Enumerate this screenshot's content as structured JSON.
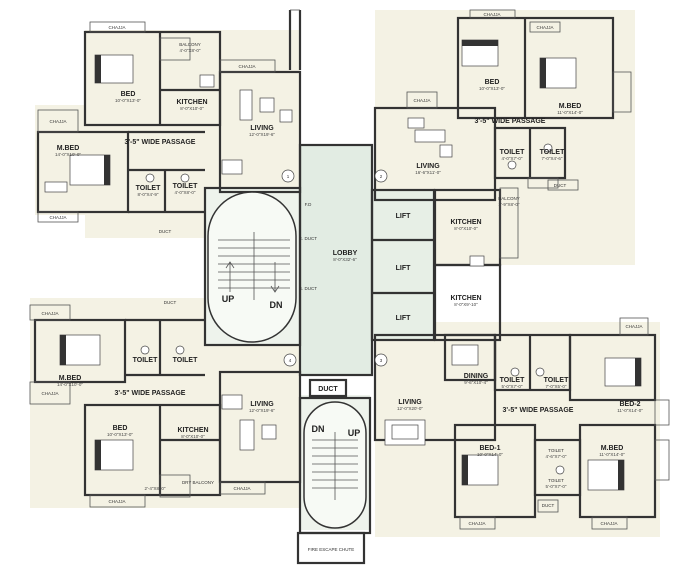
{
  "tl": {
    "bed": "BED",
    "bed_dim": "10'-0\"X13'-0\"",
    "kitchen": "KITCHEN",
    "kitchen_dim": "8'-0\"X10'-0\"",
    "balcony": "BALCONY",
    "balcony_dim": "4'-0\"X8'-0\"",
    "living": "LIVING",
    "living_dim": "12'-0\"X19'-6\"",
    "passage": "3'-5\" WIDE PASSAGE",
    "mbed": "M.BED",
    "mbed_dim": "14'-0\"X10'-0\"",
    "toilet1": "TOILET",
    "toilet1_dim": "8'-0\"X4'-9\"",
    "toilet2": "TOILET",
    "toilet2_dim": "4'-0\"X8'-0\"",
    "duct": "DUCT"
  },
  "tr": {
    "bed": "BED",
    "bed_dim": "10'-0\"X13'-0\"",
    "mbed": "M.BED",
    "mbed_dim": "11'-0\"X14'-0\"",
    "passage": "3'-5\" WIDE PASSAGE",
    "living": "LIVING",
    "living_dim": "16'-6\"X11'-0\"",
    "toilet1": "TOILET",
    "toilet1_dim": "4'-0\"X7'-0\"",
    "toilet2": "TOILET",
    "toilet2_dim": "7'-0\"X4'-6\"",
    "kitchen": "KITCHEN",
    "kitchen_dim": "8'-0\"X10'-0\"",
    "balcony": "BALCONY",
    "balcony_dim": "3'-9\"X8'-0\"",
    "duct": "DUCT"
  },
  "core": {
    "fd": "F.D",
    "e_duct": "E. DUCT",
    "s_duct": "S. DUCT",
    "up": "UP",
    "dn": "DN",
    "lobby": "LOBBY",
    "lobby_dim": "8'-0\"X32'-6\"",
    "lift1": "LIFT",
    "lift2": "LIFT",
    "lift3": "LIFT",
    "duct": "DUCT",
    "stair2_dn": "DN",
    "stair2_up": "UP",
    "fire_escape": "FIRE ESCAPE CHUTE",
    "n1": "1",
    "n2": "2",
    "n3": "3",
    "n4": "4"
  },
  "mr": {
    "kitchen": "KITCHEN",
    "kitchen_dim": "8'-0\"X9'-10\"",
    "dining": "DINING",
    "dining_dim": "9'-6\"X10'-4\""
  },
  "bl": {
    "mbed": "M.BED",
    "mbed_dim": "14'-0\"X10'-0\"",
    "toilet1": "TOILET",
    "toilet2": "TOILET",
    "passage": "3'-5\" WIDE PASSAGE",
    "bed": "BED",
    "bed_dim": "10'-0\"X13'-0\"",
    "kitchen": "KITCHEN",
    "kitchen_dim": "8'-0\"X10'-0\"",
    "living": "LIVING",
    "living_dim": "12'-0\"X19'-6\"",
    "dry_balcony": "DRY BALCONY",
    "dry_balcony_dim": "2'-4\"X8'-0\"",
    "duct": "DUCT"
  },
  "br": {
    "living": "LIVING",
    "living_dim": "12'-0\"X20'-0\"",
    "toilet1": "TOILET",
    "toilet1_dim": "5'-0\"X7'-0\"",
    "toilet2": "TOILET",
    "toilet2_dim": "7'-0\"X5'-0\"",
    "passage": "3'-5\" WIDE PASSAGE",
    "bed2": "BED-2",
    "bed2_dim": "11'-0\"X14'-0\"",
    "bed1": "BED-1",
    "bed1_dim": "10'-0\"X14'-0\"",
    "mbed": "M.BED",
    "mbed_dim": "11'-0\"X14'-0\"",
    "toilet3": "TOILET",
    "toilet3_dim": "4'-6\"X7'-0\"",
    "toilet4": "TOILET",
    "toilet4_dim": "5'-0\"X7'-0\"",
    "duct": "DUCT"
  },
  "chajja": "CHAJJA",
  "colors": {
    "wall": "#333333",
    "tile": "#f4f2e4",
    "lobby": "#e2ece3",
    "furniture": "#ffffff"
  }
}
